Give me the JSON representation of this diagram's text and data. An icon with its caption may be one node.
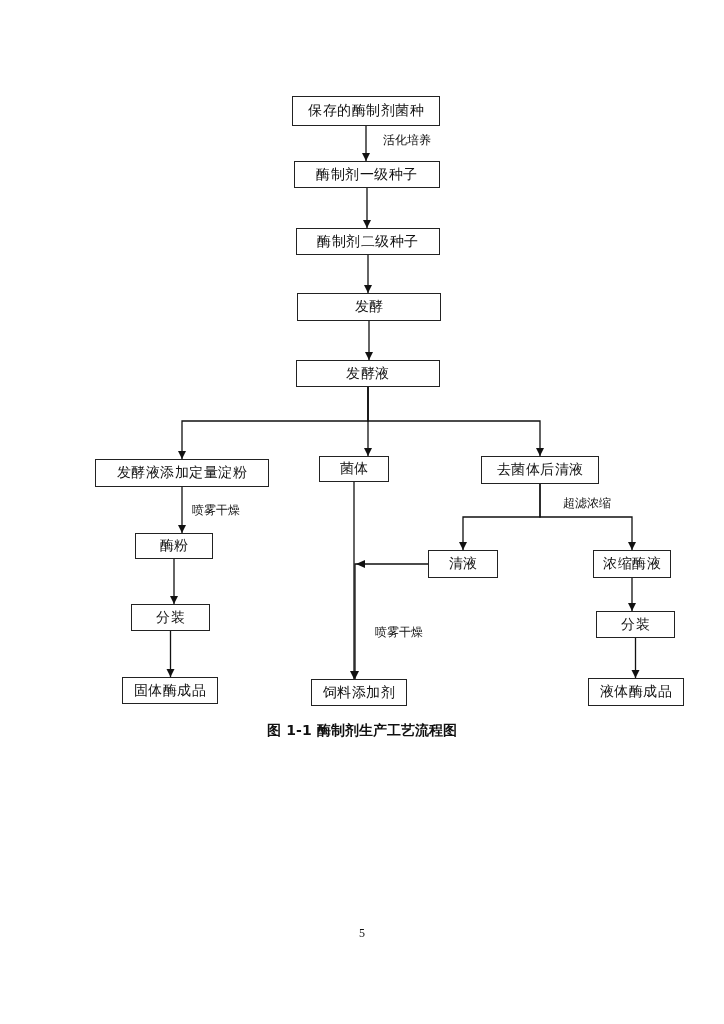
{
  "diagram": {
    "caption": "图 1-1 酶制剂生产工艺流程图",
    "nodes": [
      {
        "text": [
          "保存的酶制剂菌种"
        ]
      },
      {
        "text": [
          "酶制剂一级种子"
        ]
      },
      {
        "text": [
          "酶制剂二级种子"
        ]
      },
      {
        "text": [
          "发酵"
        ]
      },
      {
        "text": [
          "发酵液"
        ]
      },
      {
        "text": [
          "发酵液添加定量淀粉"
        ]
      },
      {
        "text": [
          "菌体"
        ]
      },
      {
        "text": [
          "去菌体后清液"
        ]
      },
      {
        "text": [
          "酶粉"
        ]
      },
      {
        "text": [
          "清液"
        ]
      },
      {
        "text": [
          "浓缩酶液"
        ]
      },
      {
        "text": [
          "分装"
        ]
      },
      {
        "text": [
          "分装"
        ]
      },
      {
        "text": [
          "固体酶成品"
        ]
      },
      {
        "text": [
          "饲料添加剂"
        ]
      },
      {
        "text": [
          "液体酶成品"
        ]
      }
    ],
    "edges": [
      {
        "from": 0,
        "to": 1,
        "arrow": "to",
        "label": "活化培养"
      },
      {
        "from": 1,
        "to": 2,
        "arrow": "to"
      },
      {
        "from": 2,
        "to": 3,
        "arrow": "to"
      },
      {
        "from": 3,
        "to": 4,
        "arrow": "to"
      },
      {
        "from": 4,
        "to": 5,
        "arrow": "to"
      },
      {
        "from": 4,
        "to": 6,
        "arrow": "to"
      },
      {
        "from": 4,
        "to": 7,
        "arrow": "to"
      },
      {
        "from": 5,
        "to": 8,
        "arrow": "to",
        "label": "喷雾干燥"
      },
      {
        "from": 8,
        "to": 11,
        "arrow": "to"
      },
      {
        "from": 11,
        "to": 13,
        "arrow": "to"
      },
      {
        "from": 6,
        "to": 14,
        "arrow": "to",
        "label": "喷雾干燥"
      },
      {
        "from": 9,
        "to": 14,
        "arrow": "to"
      },
      {
        "from": 7,
        "to": 9,
        "arrow": "to",
        "label": "超滤浓缩"
      },
      {
        "from": 7,
        "to": 10,
        "arrow": "to"
      },
      {
        "from": 10,
        "to": 12,
        "arrow": "to"
      },
      {
        "from": 12,
        "to": 15,
        "arrow": "to"
      }
    ],
    "labels": [
      "5"
    ]
  }
}
